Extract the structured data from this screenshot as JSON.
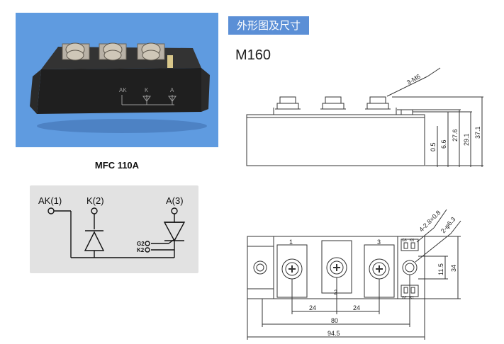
{
  "section_title": "外形图及尺寸",
  "model": "M160",
  "photo": {
    "caption": "MFC 110A",
    "body_labels": {
      "ak": "AK",
      "k": "K",
      "a": "A"
    }
  },
  "schematic": {
    "pins": {
      "ak": "AK(1)",
      "k": "K(2)",
      "a": "A(3)"
    },
    "gate_pins": {
      "g2": "G2",
      "k2": "K2"
    }
  },
  "side_view": {
    "thread_callout": "3-M6",
    "dims": {
      "d0_5": "0.5",
      "d6_6": "6.6",
      "d27_6": "27.6",
      "d29_1": "29.1",
      "d37_1": "37.1"
    }
  },
  "top_view": {
    "hole_callout_small": "4-2.8×0.8",
    "hole_callout_mount": "2-φ6.3",
    "terminal_numbers": {
      "t1": "1",
      "t2": "2",
      "t3": "3"
    },
    "tab_labels": {
      "g6": "G6",
      "k6": "K6",
      "g2": "G2",
      "k1": "K1"
    },
    "dims": {
      "d24a": "24",
      "d24b": "24",
      "d80": "80",
      "d94_5": "94.5",
      "d11_5": "11.5",
      "d34": "34"
    }
  }
}
